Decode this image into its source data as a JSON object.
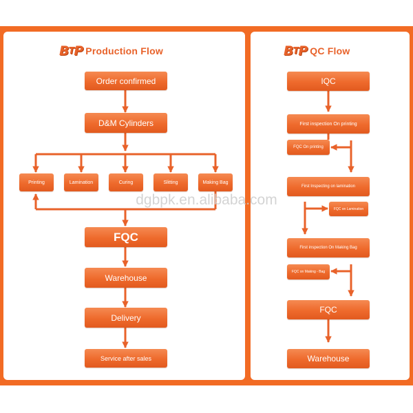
{
  "colors": {
    "accent": "#f26b24",
    "box": "#ee6a2c",
    "background": "#ffffff"
  },
  "logo": {
    "first": "B",
    "mid": "T",
    "last": "P"
  },
  "production": {
    "title": "Production Flow",
    "order": "Order confirmed",
    "cylinders": "D&M Cylinders",
    "steps": [
      "Printing",
      "Lamination",
      "Curing",
      "Slitting",
      "Making Bag"
    ],
    "fqc": "FQC",
    "warehouse": "Warehouse",
    "delivery": "Delivery",
    "service": "Service after sales"
  },
  "qc": {
    "title": "QC Flow",
    "iqc": "IQC",
    "first_printing": "First inspection On printing",
    "fqc_printing": "FQC On printing",
    "first_lamination": "First Inspecting on lamination",
    "fqc_lamination": "FQC on Lamination",
    "first_making_bag": "First inspection On Making Bag",
    "fqc_making_bag": "FQC on Making - Bag",
    "fqc": "FQC",
    "warehouse": "Warehouse"
  },
  "watermark": "dgbpk.en.alibaba.com"
}
